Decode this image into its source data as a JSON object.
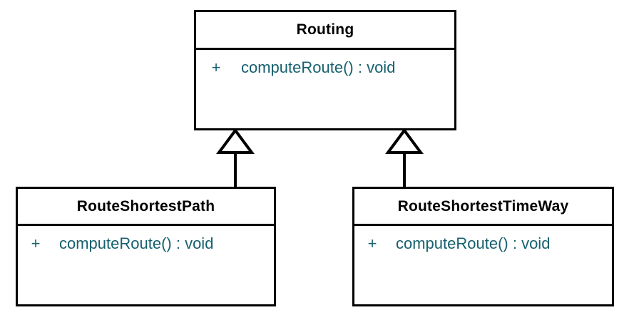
{
  "diagram": {
    "type": "uml-class-diagram",
    "background_color": "#ffffff",
    "line_color": "#000000",
    "title_text_color": "#000000",
    "member_text_color": "#16606e",
    "classes": [
      {
        "id": "routing",
        "name": "Routing",
        "role": "superclass",
        "members": [
          {
            "visibility": "+",
            "signature": "computeRoute() : void"
          }
        ]
      },
      {
        "id": "route-shortest-path",
        "name": "RouteShortestPath",
        "role": "subclass",
        "members": [
          {
            "visibility": "+",
            "signature": "computeRoute() : void"
          }
        ]
      },
      {
        "id": "route-shortest-time-way",
        "name": "RouteShortestTimeWay",
        "role": "subclass",
        "members": [
          {
            "visibility": "+",
            "signature": "computeRoute() : void"
          }
        ]
      }
    ],
    "relationships": [
      {
        "id": "generalization-left",
        "kind": "generalization",
        "source": "RouteShortestPath",
        "target": "Routing",
        "arrowhead": "hollow-triangle"
      },
      {
        "id": "generalization-right",
        "kind": "generalization",
        "source": "RouteShortestTimeWay",
        "target": "Routing",
        "arrowhead": "hollow-triangle"
      }
    ]
  }
}
